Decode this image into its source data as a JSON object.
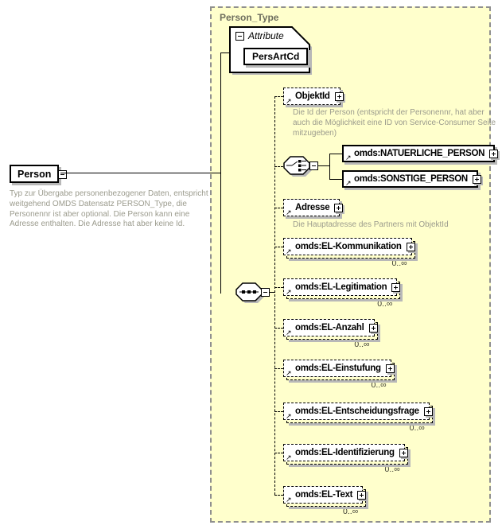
{
  "colors": {
    "page_background": "#ffffff",
    "container_fill": "#ffffcc",
    "container_dash_border": "#8f8f8f",
    "box_fill": "#ffffff",
    "box_border": "#000000",
    "shadow": "#b8b8b8",
    "annotation_text": "#9b9b8d",
    "container_label_text": "#6e6e5e"
  },
  "icons": {
    "expand": "+",
    "collapse": "−",
    "reference_arrow": "↗"
  },
  "root": {
    "label": "Person",
    "annotation": "Typ zur Übergabe personenbezogener Daten, entspricht weitgehend OMDS Datensatz PERSON_Type, die Personennr ist aber optional. Die Person kann eine Adresse enthalten. Die Adresse hat aber keine Id."
  },
  "type_container": {
    "label": "Person_Type"
  },
  "attributes": {
    "section_label": "Attribute",
    "items": [
      {
        "name": "PersArtCd"
      }
    ]
  },
  "children": [
    {
      "kind": "element",
      "label": "ObjektId",
      "optional": true,
      "annotation": "Die Id der Person (entspricht der Personennr, hat aber auch die Möglichkeit eine ID von Service-Consumer Seite mitzugeben)"
    },
    {
      "kind": "choice",
      "options": [
        {
          "label": "omds:NATUERLICHE_PERSON"
        },
        {
          "label": "omds:SONSTIGE_PERSON"
        }
      ]
    },
    {
      "kind": "element",
      "label": "Adresse",
      "optional": true,
      "annotation": "Die Hauptadresse des Partners mit ObjektId"
    },
    {
      "kind": "element",
      "label": "omds:EL-Kommunikation",
      "optional": true,
      "occurrence": "0..∞"
    },
    {
      "kind": "element",
      "label": "omds:EL-Legitimation",
      "optional": true,
      "occurrence": "0..∞"
    },
    {
      "kind": "element",
      "label": "omds:EL-Anzahl",
      "optional": true,
      "occurrence": "0..∞"
    },
    {
      "kind": "element",
      "label": "omds:EL-Einstufung",
      "optional": true,
      "occurrence": "0..∞"
    },
    {
      "kind": "element",
      "label": "omds:EL-Entscheidungsfrage",
      "optional": true,
      "occurrence": "0..∞"
    },
    {
      "kind": "element",
      "label": "omds:EL-Identifizierung",
      "optional": true,
      "occurrence": "0..∞"
    },
    {
      "kind": "element",
      "label": "omds:EL-Text",
      "optional": true,
      "occurrence": "0..∞"
    }
  ]
}
